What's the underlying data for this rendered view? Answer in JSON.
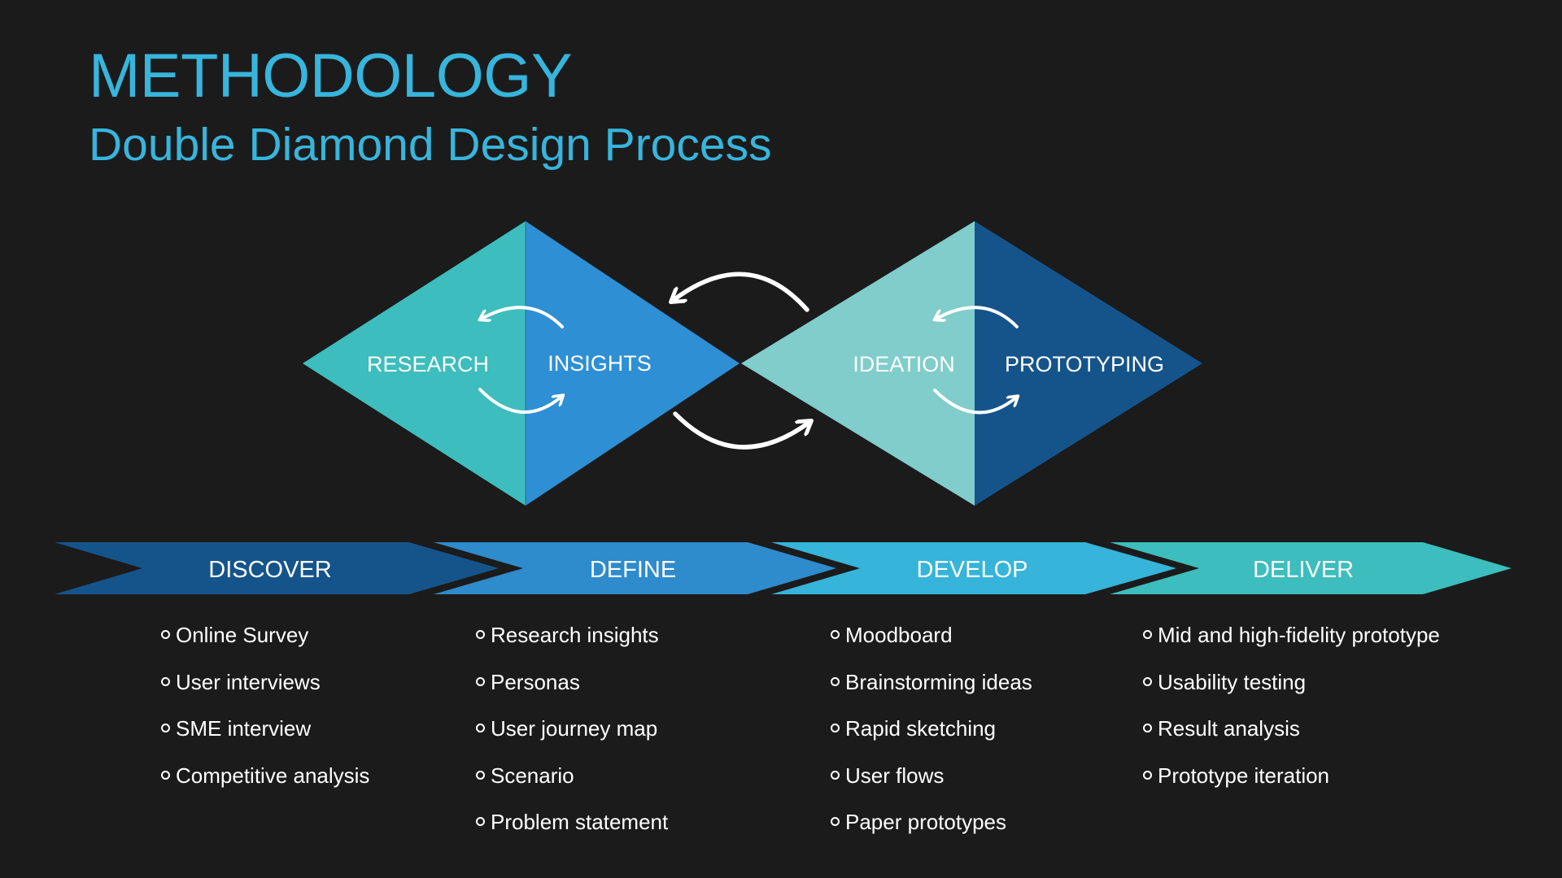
{
  "header": {
    "title": "METHODOLOGY",
    "subtitle": "Double Diamond Design Process"
  },
  "colors": {
    "background": "#1b1b1b",
    "title": "#37b5dc",
    "research": "#3dbdbd",
    "insights": "#2e8fd4",
    "ideation": "#80cdcb",
    "prototyping": "#15548b",
    "discover": "#15548b",
    "define": "#2e8bcc",
    "develop": "#36b4d9",
    "deliver": "#3dbdbd"
  },
  "diamonds": [
    {
      "left_label": "RESEARCH",
      "right_label": "INSIGHTS",
      "inner_arrows": [
        "cycle-arrow-left",
        "cycle-arrow-right"
      ]
    },
    {
      "left_label": "IDEATION",
      "right_label": "PROTOTYPING",
      "inner_arrows": [
        "cycle-arrow-left",
        "cycle-arrow-right"
      ]
    }
  ],
  "connector_arrows": [
    "curved-arrow-back",
    "curved-arrow-forward"
  ],
  "phases": [
    {
      "label": "DISCOVER",
      "items": [
        "Online Survey",
        "User interviews",
        "SME interview",
        "Competitive analysis"
      ]
    },
    {
      "label": "DEFINE",
      "items": [
        "Research insights",
        "Personas",
        "User journey map",
        "Scenario",
        "Problem statement"
      ]
    },
    {
      "label": "DEVELOP",
      "items": [
        "Moodboard",
        "Brainstorming ideas",
        "Rapid sketching",
        "User flows",
        "Paper prototypes"
      ]
    },
    {
      "label": "DELIVER",
      "items": [
        "Mid and high-fidelity prototype",
        "Usability testing",
        "Result analysis",
        "Prototype iteration"
      ]
    }
  ]
}
